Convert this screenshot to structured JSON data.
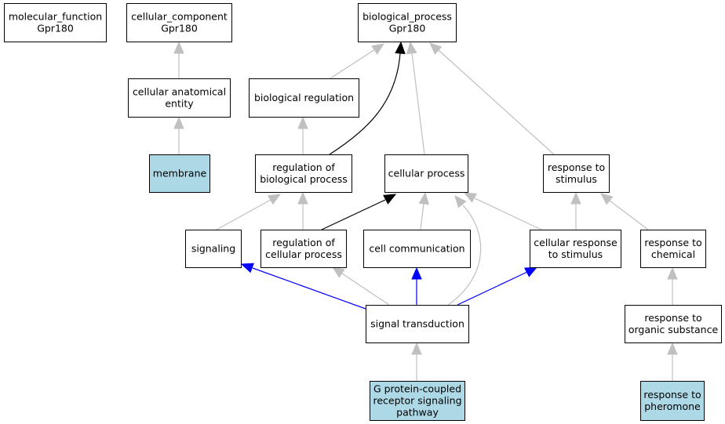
{
  "colors": {
    "highlight_fill": "#add8e6",
    "default_fill": "#ffffff",
    "gray_edge": "#c0c0c0",
    "black_edge": "#000000",
    "blue_edge": "#0000ff"
  },
  "nodes": {
    "molecular_function": {
      "lines": [
        "molecular_function",
        "Gpr180"
      ],
      "highlighted": false
    },
    "cellular_component": {
      "lines": [
        "cellular_component",
        "Gpr180"
      ],
      "highlighted": false
    },
    "biological_process": {
      "lines": [
        "biological_process",
        "Gpr180"
      ],
      "highlighted": false
    },
    "cellular_anatomical_entity": {
      "lines": [
        "cellular anatomical",
        "entity"
      ],
      "highlighted": false
    },
    "biological_regulation": {
      "lines": [
        "biological regulation"
      ],
      "highlighted": false
    },
    "membrane": {
      "lines": [
        "membrane"
      ],
      "highlighted": true
    },
    "regulation_of_biological_process": {
      "lines": [
        "regulation of",
        "biological process"
      ],
      "highlighted": false
    },
    "cellular_process": {
      "lines": [
        "cellular process"
      ],
      "highlighted": false
    },
    "response_to_stimulus": {
      "lines": [
        "response to",
        "stimulus"
      ],
      "highlighted": false
    },
    "signaling": {
      "lines": [
        "signaling"
      ],
      "highlighted": false
    },
    "regulation_of_cellular_process": {
      "lines": [
        "regulation of",
        "cellular process"
      ],
      "highlighted": false
    },
    "cell_communication": {
      "lines": [
        "cell communication"
      ],
      "highlighted": false
    },
    "cellular_response_to_stimulus": {
      "lines": [
        "cellular response",
        "to stimulus"
      ],
      "highlighted": false
    },
    "response_to_chemical": {
      "lines": [
        "response to",
        "chemical"
      ],
      "highlighted": false
    },
    "signal_transduction": {
      "lines": [
        "signal transduction"
      ],
      "highlighted": false
    },
    "response_to_organic_substance": {
      "lines": [
        "response to",
        "organic substance"
      ],
      "highlighted": false
    },
    "gpcr_signaling_pathway": {
      "lines": [
        "G protein-coupled",
        "receptor signaling",
        "pathway"
      ],
      "highlighted": true
    },
    "response_to_pheromone": {
      "lines": [
        "response to",
        "pheromone"
      ],
      "highlighted": true
    }
  },
  "edges": [
    {
      "from": "cellular_anatomical_entity",
      "to": "cellular_component",
      "color": "gray"
    },
    {
      "from": "membrane",
      "to": "cellular_anatomical_entity",
      "color": "gray"
    },
    {
      "from": "biological_regulation",
      "to": "biological_process",
      "color": "gray"
    },
    {
      "from": "regulation_of_biological_process",
      "to": "biological_regulation",
      "color": "gray"
    },
    {
      "from": "regulation_of_biological_process",
      "to": "biological_process",
      "color": "black"
    },
    {
      "from": "cellular_process",
      "to": "biological_process",
      "color": "gray"
    },
    {
      "from": "response_to_stimulus",
      "to": "biological_process",
      "color": "gray"
    },
    {
      "from": "signaling",
      "to": "regulation_of_biological_process",
      "color": "gray"
    },
    {
      "from": "regulation_of_cellular_process",
      "to": "regulation_of_biological_process",
      "color": "gray"
    },
    {
      "from": "regulation_of_cellular_process",
      "to": "cellular_process",
      "color": "black"
    },
    {
      "from": "cell_communication",
      "to": "cellular_process",
      "color": "gray"
    },
    {
      "from": "cellular_response_to_stimulus",
      "to": "cellular_process",
      "color": "gray"
    },
    {
      "from": "cellular_response_to_stimulus",
      "to": "response_to_stimulus",
      "color": "gray"
    },
    {
      "from": "response_to_chemical",
      "to": "response_to_stimulus",
      "color": "gray"
    },
    {
      "from": "signal_transduction",
      "to": "signaling",
      "color": "blue"
    },
    {
      "from": "signal_transduction",
      "to": "regulation_of_cellular_process",
      "color": "gray"
    },
    {
      "from": "signal_transduction",
      "to": "cell_communication",
      "color": "blue"
    },
    {
      "from": "signal_transduction",
      "to": "cellular_process",
      "color": "gray"
    },
    {
      "from": "signal_transduction",
      "to": "cellular_response_to_stimulus",
      "color": "blue"
    },
    {
      "from": "response_to_organic_substance",
      "to": "response_to_chemical",
      "color": "gray"
    },
    {
      "from": "gpcr_signaling_pathway",
      "to": "signal_transduction",
      "color": "gray"
    },
    {
      "from": "response_to_pheromone",
      "to": "response_to_organic_substance",
      "color": "gray"
    }
  ]
}
